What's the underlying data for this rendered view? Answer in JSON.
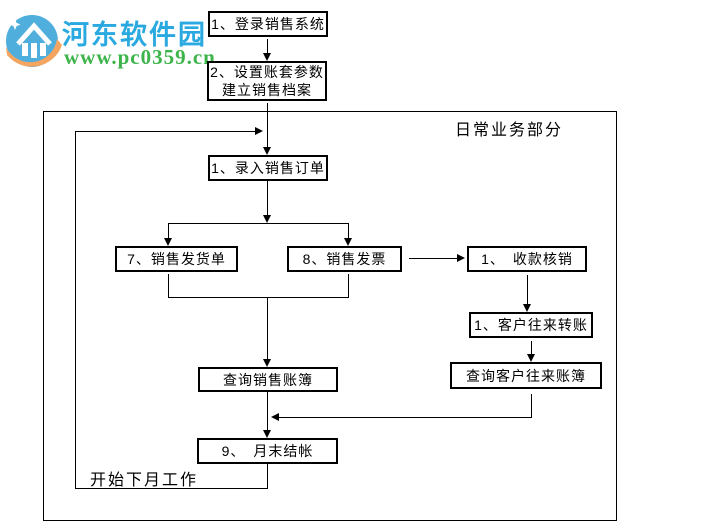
{
  "watermark": {
    "site_name": "河东软件园",
    "site_url": "www.pc0359.cn",
    "colors": {
      "site_name_blue": "#29A9E0",
      "site_url_green": "#3CB44A",
      "logo_blue": "#4FAEDC",
      "logo_orange": "#F5A55F"
    }
  },
  "flowchart": {
    "section_label": "日常业务部分",
    "loop_label": "开始下月工作",
    "nodes": {
      "login": {
        "label": "1、登录销售系统"
      },
      "setup": {
        "line1": "2、设置账套参数",
        "line2": "建立销售档案"
      },
      "enter_order": {
        "label": "1、录入销售订单"
      },
      "delivery_note": {
        "label": "7、销售发货单"
      },
      "sales_invoice": {
        "label": "8、销售发票"
      },
      "receipt_verify": {
        "label": "1、　收款核销"
      },
      "customer_transfer": {
        "label": "1、客户往来转账"
      },
      "query_customer_ledger": {
        "label": "查询客户往来账簿"
      },
      "query_sales_ledger": {
        "label": "查询销售账簿"
      },
      "month_end_close": {
        "label": "9、　月末结帐"
      }
    }
  }
}
